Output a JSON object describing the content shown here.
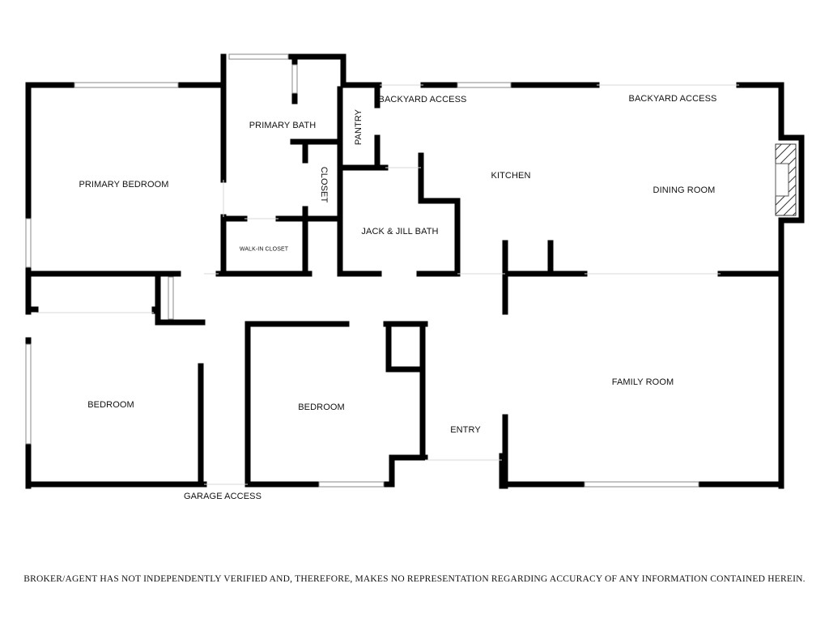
{
  "rooms": {
    "primary_bedroom": "PRIMARY BEDROOM",
    "primary_bath": "PRIMARY BATH",
    "closet": "CLOSET",
    "walk_in_closet": "WALK-IN CLOSET",
    "pantry": "PANTRY",
    "jack_jill_bath": "JACK & JILL BATH",
    "kitchen": "KITCHEN",
    "dining_room": "DINING ROOM",
    "family_room": "FAMILY ROOM",
    "bedroom_left": "BEDROOM",
    "bedroom_center": "BEDROOM",
    "entry": "ENTRY"
  },
  "access": {
    "backyard_1": "BACKYARD ACCESS",
    "backyard_2": "BACKYARD ACCESS",
    "garage": "GARAGE ACCESS"
  },
  "disclaimer": "BROKER/AGENT HAS NOT INDEPENDENTLY VERIFIED AND, THEREFORE, MAKES NO REPRESENTATION REGARDING ACCURACY OF ANY INFORMATION CONTAINED HEREIN.",
  "colors": {
    "wall": "#000000",
    "background": "#ffffff",
    "window": "#9a9a9a",
    "fireplace_hatch": "#333333"
  }
}
